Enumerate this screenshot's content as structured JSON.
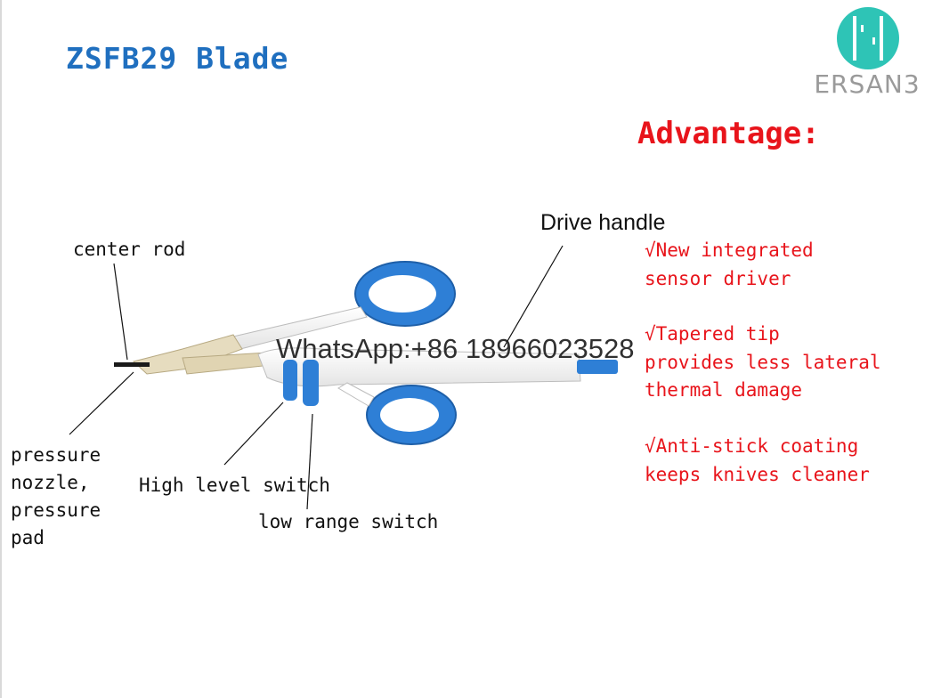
{
  "title": "ZSFB29 Blade",
  "logo": {
    "brand_text": "ERSAN3",
    "mark_color": "#2ec4b6",
    "text_color": "#9a9a9a"
  },
  "advantages": {
    "heading": "Advantage:",
    "color": "#e8141b",
    "items": [
      {
        "lines": [
          "√New integrated",
          "sensor driver"
        ]
      },
      {
        "lines": [
          "√Tapered tip",
          "provides less lateral",
          "thermal damage"
        ]
      },
      {
        "lines": [
          "√Anti-stick coating",
          "keeps knives cleaner"
        ]
      }
    ]
  },
  "labels": {
    "center_rod": "center rod",
    "drive_handle": "Drive handle",
    "pressure_nozzle": [
      "pressure",
      "nozzle,",
      "pressure",
      "pad"
    ],
    "high_level_switch": "High level switch",
    "low_range_switch": "low range switch"
  },
  "watermark": "WhatsApp:+86 18966023528",
  "device_colors": {
    "blue": "#2e7fd6",
    "white": "#ffffff",
    "beige": "#e6dcbf"
  }
}
